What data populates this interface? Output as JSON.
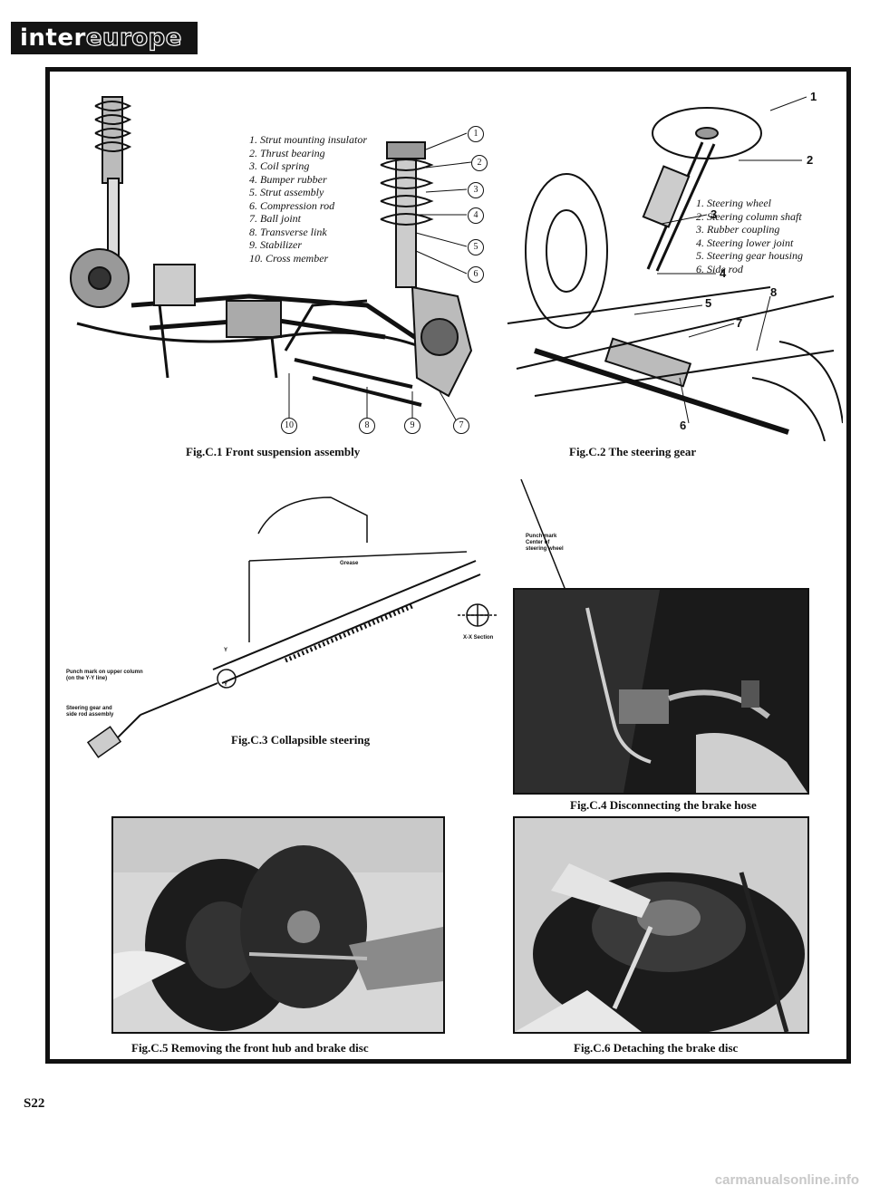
{
  "brand": {
    "part1": "inter",
    "part2": "europe"
  },
  "fig_c1": {
    "caption": "Fig.C.1  Front suspension assembly",
    "legend": [
      "1. Strut mounting insulator",
      "2. Thrust bearing",
      "3. Coil spring",
      "4. Bumper rubber",
      "5. Strut assembly",
      "6. Compression rod",
      "7. Ball joint",
      "8. Transverse link",
      "9. Stabilizer",
      "10. Cross member"
    ],
    "callouts": [
      "1",
      "2",
      "3",
      "4",
      "5",
      "6",
      "10",
      "8",
      "9",
      "7"
    ]
  },
  "fig_c2": {
    "caption": "Fig.C.2  The steering gear",
    "legend": [
      "1. Steering wheel",
      "2. Steering column shaft",
      "3. Rubber coupling",
      "4. Steering lower joint",
      "5. Steering gear housing",
      "6. Side rod"
    ],
    "callouts": [
      "1",
      "2",
      "3",
      "4",
      "5",
      "7",
      "8",
      "6"
    ]
  },
  "fig_c3": {
    "caption": "Fig.C.3  Collapsible steering",
    "notes": {
      "punch_wheel": "Punch mark\nCenter of\nsteering wheel",
      "grease": "Grease",
      "section": "X-X Section",
      "punch_column": "Punch mark on upper column\n(on the Y-Y line)",
      "gear_rod": "Steering gear and\nside rod assembly",
      "y_top": "Y",
      "y_bottom": "Y"
    }
  },
  "fig_c4": {
    "caption": "Fig.C.4  Disconnecting the brake hose"
  },
  "fig_c5": {
    "caption": "Fig.C.5  Removing the front hub and brake disc"
  },
  "fig_c6": {
    "caption": "Fig.C.6  Detaching the brake disc"
  },
  "page_number": "S22",
  "footer": "carmanualsonline.info",
  "colors": {
    "ink": "#111111",
    "photo_dark": "#1a1a1a",
    "photo_light": "#cfcfcf",
    "footer": "#c8c8c8"
  }
}
